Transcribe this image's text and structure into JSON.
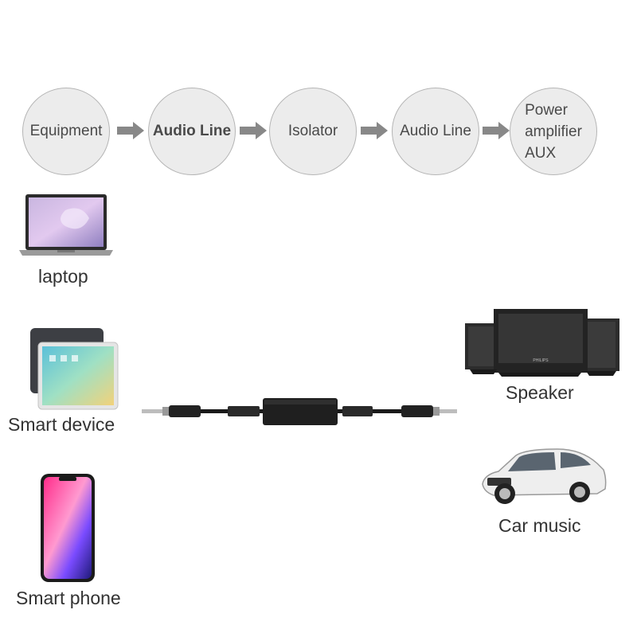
{
  "flow": [
    {
      "label": "Equipment"
    },
    {
      "label": "Audio Line"
    },
    {
      "label": "Isolator"
    },
    {
      "label": "Audio Line"
    },
    {
      "label_lines": [
        "Power",
        "amplifier",
        "AUX"
      ]
    }
  ],
  "sources": {
    "laptop": "laptop",
    "smart_device": "Smart device",
    "smart_phone": "Smart phone"
  },
  "outputs": {
    "speaker": "Speaker",
    "car_music": "Car music"
  },
  "speaker_brand": "PHILIPS",
  "colors": {
    "circle_fill": "#ececec",
    "circle_border": "#b5b5b5",
    "arrow": "#888888",
    "cable": "#1a1a1a"
  }
}
